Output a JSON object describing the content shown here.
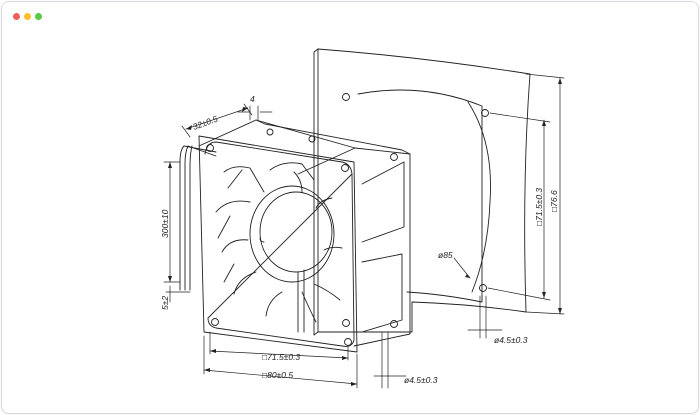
{
  "window": {
    "controls": {
      "close_color": "#f25f58",
      "minimize_color": "#fbbe2e",
      "maximize_color": "#58cb42"
    }
  },
  "drawing": {
    "line_color": "#222222",
    "dimensions": {
      "depth": "32±0.5",
      "flange": "4",
      "lead_length": "300±10",
      "lead_strip": "5±2",
      "bottom_hole_spacing": "□71.5±0.3",
      "frame_width": "□80±0.5",
      "bottom_hole_dia": "ø4.5±0.3",
      "panel_hole_spacing": "□71.5±0.3",
      "panel_width": "□76.6",
      "panel_cutout": "ø85",
      "panel_hole_dia": "ø4.5±0.3"
    }
  }
}
